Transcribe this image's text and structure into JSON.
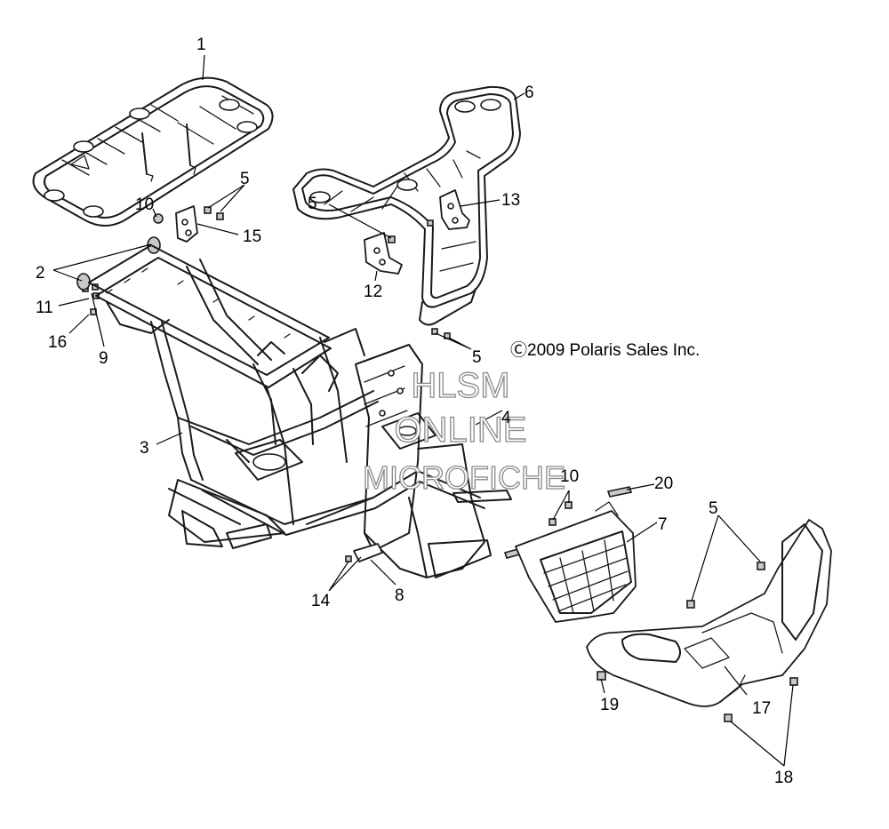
{
  "copyright": "Ⓒ2009 Polaris Sales Inc.",
  "watermark": {
    "line1": "HLSM",
    "line2": "ONLINE",
    "line3": "MICROFICHE"
  },
  "callouts": [
    {
      "id": "1",
      "label": "1"
    },
    {
      "id": "2",
      "label": "2"
    },
    {
      "id": "3",
      "label": "3"
    },
    {
      "id": "4",
      "label": "4"
    },
    {
      "id": "5a",
      "label": "5"
    },
    {
      "id": "5b",
      "label": "5"
    },
    {
      "id": "5c",
      "label": "5"
    },
    {
      "id": "5d",
      "label": "5"
    },
    {
      "id": "6",
      "label": "6"
    },
    {
      "id": "7",
      "label": "7"
    },
    {
      "id": "8",
      "label": "8"
    },
    {
      "id": "9",
      "label": "9"
    },
    {
      "id": "10a",
      "label": "10"
    },
    {
      "id": "10b",
      "label": "10"
    },
    {
      "id": "11",
      "label": "11"
    },
    {
      "id": "12",
      "label": "12"
    },
    {
      "id": "13",
      "label": "13"
    },
    {
      "id": "14",
      "label": "14"
    },
    {
      "id": "15",
      "label": "15"
    },
    {
      "id": "16",
      "label": "16"
    },
    {
      "id": "17",
      "label": "17"
    },
    {
      "id": "18",
      "label": "18"
    },
    {
      "id": "19",
      "label": "19"
    },
    {
      "id": "20",
      "label": "20"
    }
  ]
}
